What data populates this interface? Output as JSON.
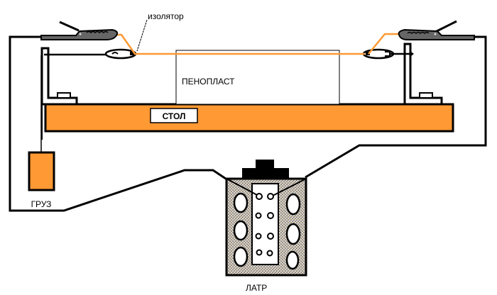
{
  "labels": {
    "insulator": "изолятор",
    "foam": "ПЕНОПЛАСТ",
    "table": "СТОЛ",
    "weight": "ГРУЗ",
    "autotransformer": "ЛАТР"
  },
  "colors": {
    "orange": "#ff9933",
    "wire": "#000000",
    "clip": "#666666",
    "background": "#ffffff"
  },
  "components": [
    "left-alligator-clip",
    "right-alligator-clip",
    "left-insulator",
    "right-insulator",
    "heating-wire",
    "foam-block",
    "table",
    "left-stand",
    "right-stand",
    "weight",
    "latr"
  ]
}
